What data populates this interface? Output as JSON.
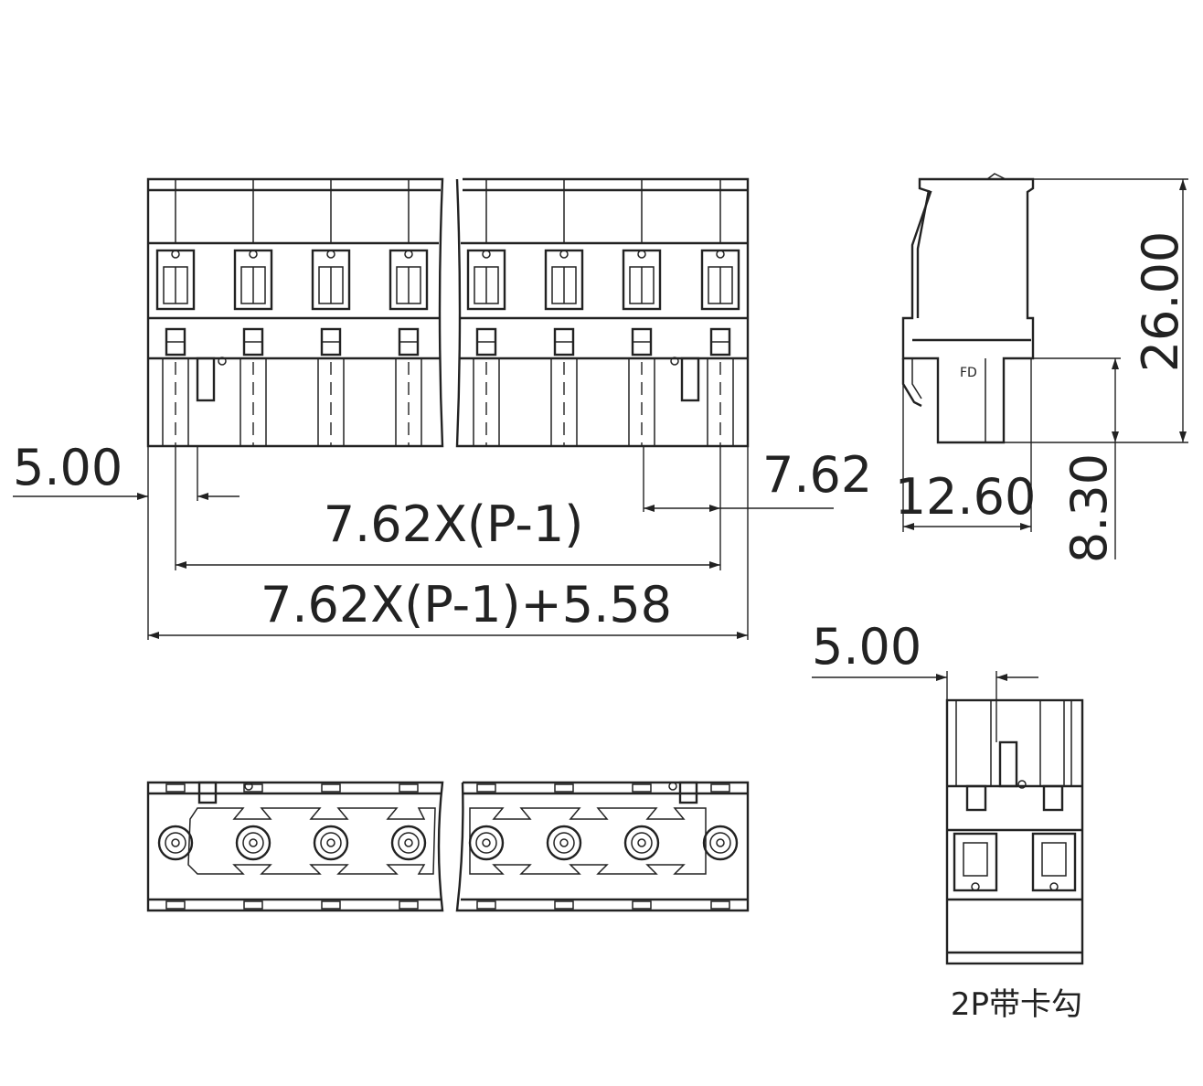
{
  "dimensions": {
    "pitch_offset": "5.00",
    "pitch": "7.62",
    "pitch_span": "7.62X(P-1)",
    "total_length": "7.62X(P-1)+5.58",
    "height": "26.00",
    "depth": "12.60",
    "lower_height": "8.30",
    "side_pitch_offset": "5.00"
  },
  "caption": "2P带卡勾",
  "colors": {
    "line": "#222222",
    "background": "#ffffff"
  }
}
